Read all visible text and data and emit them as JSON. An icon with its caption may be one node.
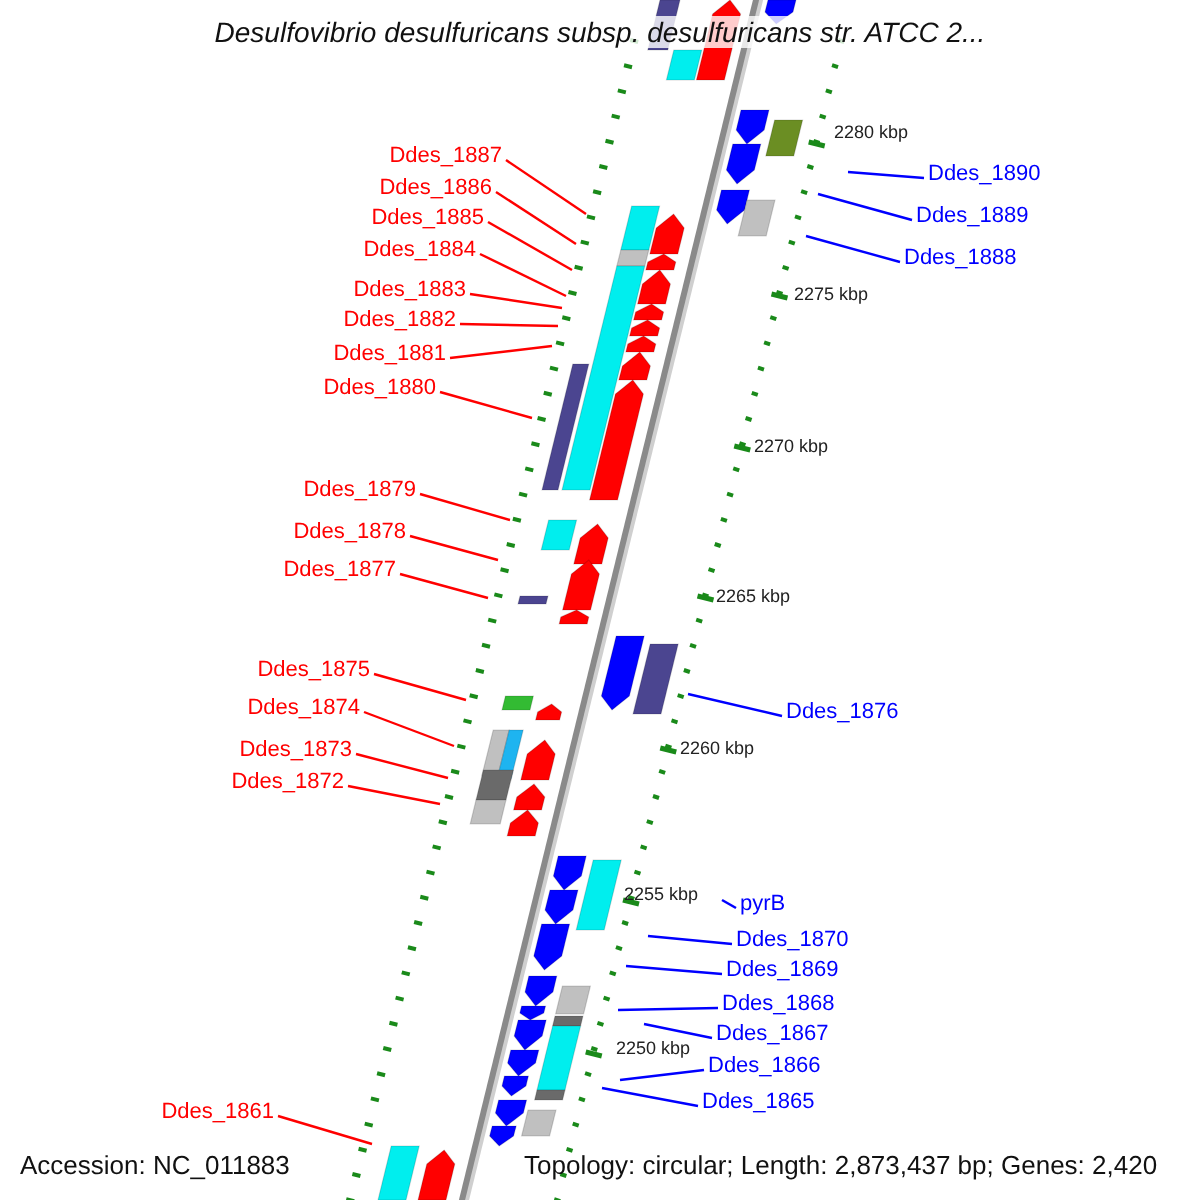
{
  "diagram": {
    "title": "Desulfovibrio desulfuricans subsp. desulfuricans str. ATCC 2...",
    "nodes": [
      {
        "text": [
          "Ddes_1887"
        ]
      },
      {
        "text": [
          "Ddes_1890"
        ]
      },
      {
        "text": [
          "Ddes_1886"
        ]
      },
      {
        "text": [
          "Ddes_1889"
        ]
      },
      {
        "text": [
          "Ddes_1885"
        ]
      },
      {
        "text": [
          "Ddes_1884"
        ]
      },
      {
        "text": [
          "Ddes_1888"
        ]
      },
      {
        "text": [
          "Ddes_1883"
        ]
      },
      {
        "text": [
          "Ddes_1882"
        ]
      },
      {
        "text": [
          "Ddes_1881"
        ]
      },
      {
        "text": [
          "Ddes_1880"
        ]
      },
      {
        "text": [
          "Ddes_1879"
        ]
      },
      {
        "text": [
          "Ddes_1878"
        ]
      },
      {
        "text": [
          "Ddes_1877"
        ]
      },
      {
        "text": [
          "Ddes_1875"
        ]
      },
      {
        "text": [
          "Ddes_1874"
        ]
      },
      {
        "text": [
          "Ddes_1876"
        ]
      },
      {
        "text": [
          "Ddes_1873"
        ]
      },
      {
        "text": [
          "Ddes_1872"
        ]
      },
      {
        "text": [
          "pyrB"
        ]
      },
      {
        "text": [
          "Ddes_1870"
        ]
      },
      {
        "text": [
          "Ddes_1869"
        ]
      },
      {
        "text": [
          "Ddes_1868"
        ]
      },
      {
        "text": [
          "Ddes_1867"
        ]
      },
      {
        "text": [
          "Ddes_1866"
        ]
      },
      {
        "text": [
          "Ddes_1865"
        ]
      },
      {
        "text": [
          "Ddes_1861"
        ]
      }
    ],
    "edges": [
      {
        "from": 0,
        "to": null,
        "arrow": "none"
      },
      {
        "from": 1,
        "to": null,
        "arrow": "none",
        "color": "#0000ff"
      },
      {
        "from": 2,
        "to": null,
        "arrow": "none"
      },
      {
        "from": 3,
        "to": null,
        "arrow": "none",
        "color": "#0000ff"
      },
      {
        "from": 4,
        "to": null,
        "arrow": "none"
      },
      {
        "from": 5,
        "to": null,
        "arrow": "none"
      },
      {
        "from": 6,
        "to": null,
        "arrow": "none",
        "color": "#0000ff"
      },
      {
        "from": 7,
        "to": null,
        "arrow": "none"
      },
      {
        "from": 8,
        "to": null,
        "arrow": "none"
      },
      {
        "from": 9,
        "to": null,
        "arrow": "none"
      },
      {
        "from": 10,
        "to": null,
        "arrow": "none"
      },
      {
        "from": 11,
        "to": null,
        "arrow": "none"
      },
      {
        "from": 12,
        "to": null,
        "arrow": "none"
      },
      {
        "from": 13,
        "to": null,
        "arrow": "none"
      },
      {
        "from": 14,
        "to": null,
        "arrow": "none"
      },
      {
        "from": 15,
        "to": null,
        "arrow": "none"
      },
      {
        "from": 16,
        "to": null,
        "arrow": "none",
        "color": "#0000ff"
      },
      {
        "from": 17,
        "to": null,
        "arrow": "none"
      },
      {
        "from": 18,
        "to": null,
        "arrow": "none"
      },
      {
        "from": 19,
        "to": null,
        "arrow": "none",
        "color": "#0000ff"
      },
      {
        "from": 20,
        "to": null,
        "arrow": "none",
        "color": "#0000ff"
      },
      {
        "from": 21,
        "to": null,
        "arrow": "none",
        "color": "#0000ff"
      },
      {
        "from": 22,
        "to": null,
        "arrow": "none",
        "color": "#0000ff"
      },
      {
        "from": 23,
        "to": null,
        "arrow": "none",
        "color": "#0000ff"
      },
      {
        "from": 24,
        "to": null,
        "arrow": "none",
        "color": "#0000ff"
      },
      {
        "from": 25,
        "to": null,
        "arrow": "none",
        "color": "#0000ff"
      },
      {
        "from": 26,
        "to": null,
        "arrow": "none"
      }
    ],
    "labels": [
      "2280 kbp",
      "2275 kbp",
      "2270 kbp",
      "2265 kbp",
      "2260 kbp",
      "2255 kbp",
      "2250 kbp",
      "Accession: NC_011883",
      "Topology: circular; Length: 2,873,437 bp; Genes: 2,420"
    ]
  }
}
